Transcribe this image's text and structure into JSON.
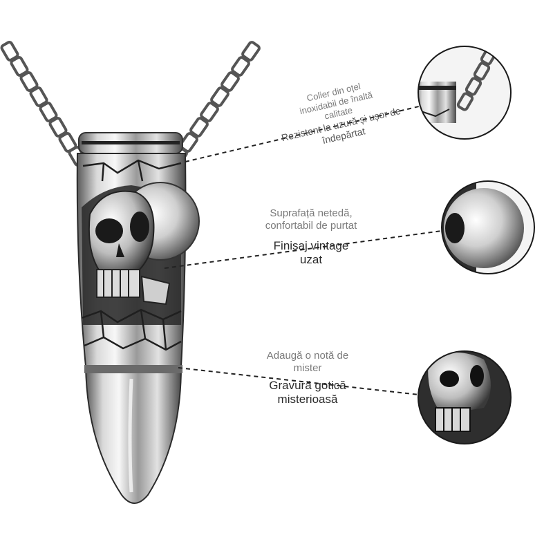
{
  "features": [
    {
      "id": "chain",
      "caption_small": "Colier din oțel inoxidabil de înaltă calitate",
      "caption_big": "Rezistent la uzură și ușor de îndepărtat"
    },
    {
      "id": "surface",
      "caption_small": "Suprafață netedă, confortabil de purtat",
      "caption_big": "Finisaj vintage uzat"
    },
    {
      "id": "engraving",
      "caption_small": "Adaugă o notă de mister",
      "caption_big": "Gravură gotică misterioasă"
    }
  ],
  "colors": {
    "metal_light": "#e9e9e9",
    "metal_mid": "#a8a8a8",
    "metal_dark": "#2b2b2b",
    "line": "#222222"
  }
}
